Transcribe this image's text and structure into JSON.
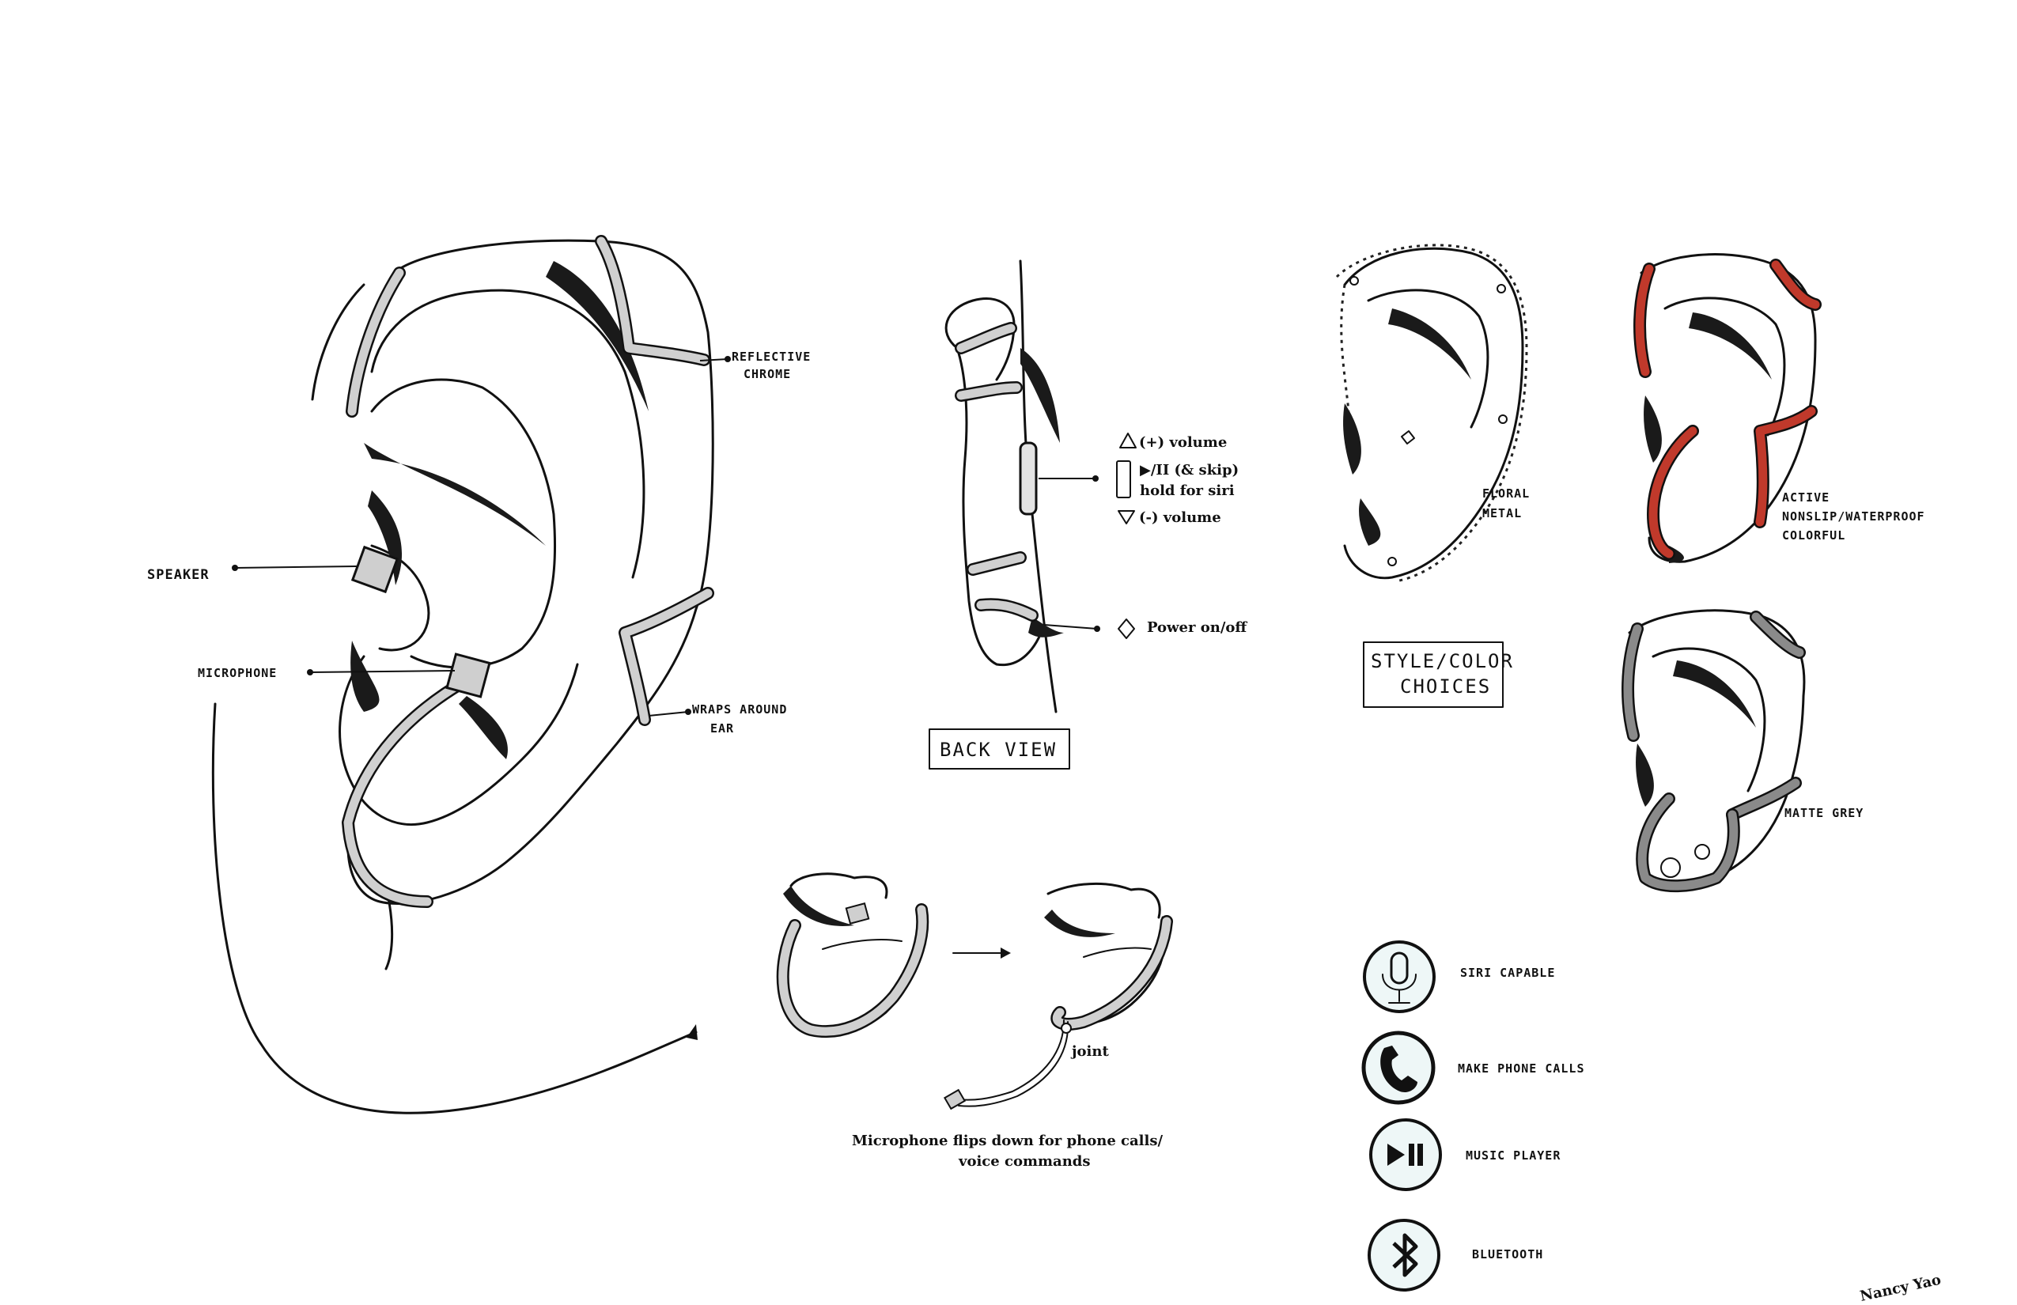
{
  "main_sketch": {
    "labels": {
      "reflective_chrome_1": "REFLECTIVE",
      "reflective_chrome_2": "CHROME",
      "speaker": "SPEAKER",
      "microphone": "MICROPHONE",
      "wraps_around_1": "WRAPS AROUND",
      "wraps_around_2": "EAR"
    }
  },
  "back_view": {
    "title": "BACK VIEW",
    "controls": [
      {
        "symbol": "triangle-up",
        "text": "(+) volume"
      },
      {
        "symbol": "rectangle",
        "text": "▶/II (& skip)",
        "text2": "hold for siri"
      },
      {
        "symbol": "triangle-down",
        "text": "(-) volume"
      },
      {
        "symbol": "diamond",
        "text": "Power on/off"
      }
    ]
  },
  "mic_flip": {
    "joint_label": "joint",
    "caption_1": "Microphone flips down for phone calls/",
    "caption_2": "voice commands"
  },
  "styles": {
    "box_title_1": "STYLE/COLOR",
    "box_title_2": "CHOICES",
    "variants": [
      {
        "name_1": "FLORAL",
        "name_2": "METAL",
        "color": "#111111"
      },
      {
        "name_1": "ACTIVE",
        "name_2": "NONSLIP/WATERPROOF",
        "name_3": "COLORFUL",
        "color": "#c0392b"
      },
      {
        "name_1": "MATTE GREY",
        "color": "#6e6e6e"
      }
    ]
  },
  "features": [
    {
      "icon": "microphone-icon",
      "label": "SIRI CAPABLE"
    },
    {
      "icon": "phone-icon",
      "label": "MAKE PHONE CALLS"
    },
    {
      "icon": "play-pause-icon",
      "label": "MUSIC PLAYER"
    },
    {
      "icon": "bluetooth-icon",
      "label": "BLUETOOTH"
    }
  ],
  "signature": "Nancy Yao",
  "colors": {
    "ink": "#111111",
    "chrome": "#d0d0d0",
    "active_red": "#c0392b",
    "matte_grey": "#6e6e6e",
    "icon_fill": "#eef7f7"
  }
}
